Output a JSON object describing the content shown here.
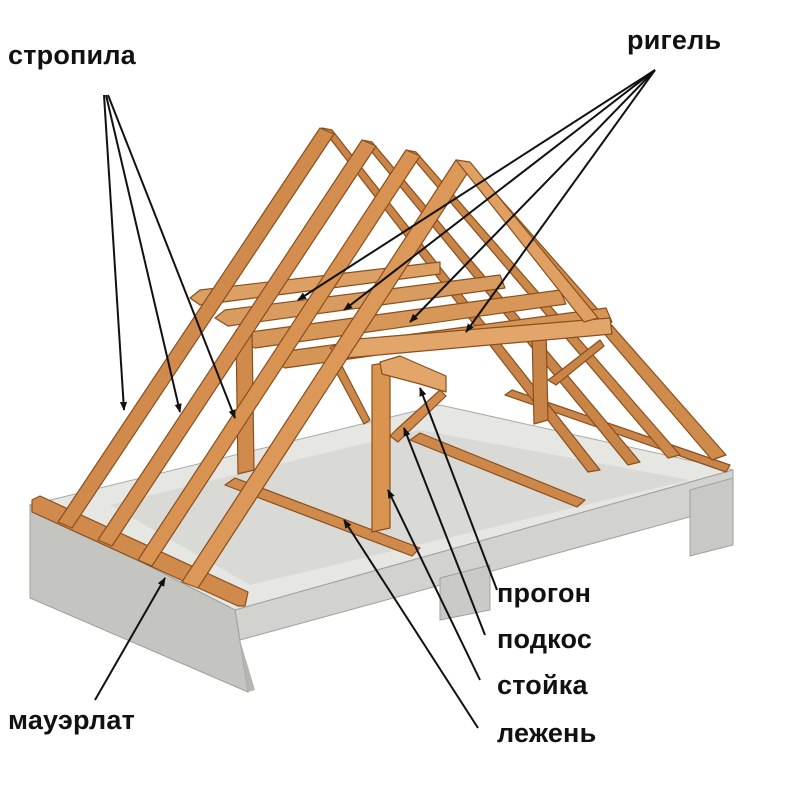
{
  "labels": {
    "stropila": "стропила",
    "rigel": "ригель",
    "progon": "прогон",
    "podkos": "подкос",
    "stoika": "стойка",
    "lezhen": "лежень",
    "mauerlat": "мауэрлат"
  },
  "colors": {
    "wood": "#d08a4c",
    "wood_dark": "#9a5a25",
    "wood_light": "#e3a66a",
    "concrete_top": "#e4e4e0",
    "concrete_side": "#cfcfcb",
    "concrete_front": "#bdbdb9",
    "arrow": "#111111"
  }
}
